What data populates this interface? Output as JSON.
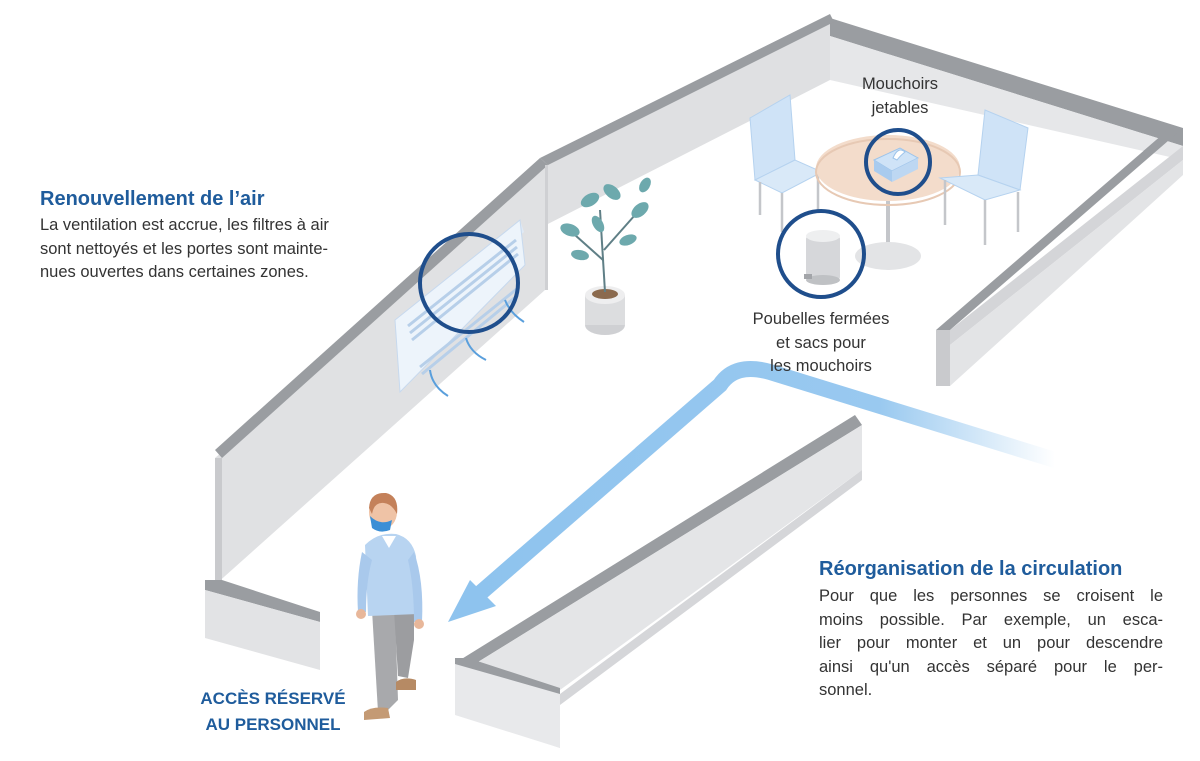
{
  "sections": {
    "air": {
      "title": "Renouvellement de l’air",
      "lines": [
        "La ventilation est accrue, les filtres à air",
        "sont nettoyés et les portes sont mainte-",
        "nues ouvertes dans certaines zones."
      ]
    },
    "circulation": {
      "title": "Réorganisation de la circulation",
      "lines": [
        "Pour que les personnes se croisent le",
        "moins possible. Par exemple, un esca-",
        "lier pour monter et un pour descendre",
        "ainsi qu'un accès séparé pour le per-",
        "sonnel."
      ]
    }
  },
  "labels": {
    "tissues": [
      "Mouchoirs",
      "jetables"
    ],
    "bins": [
      "Poubelles fermées",
      "et sacs pour",
      "les mouchoirs"
    ],
    "staff_access": [
      "ACCÈS RÉSERVÉ",
      "AU PERSONNEL"
    ]
  },
  "icons": {
    "ventilation": "ventilation-unit-icon",
    "plant": "potted-plant-icon",
    "table": "table-with-chairs-icon",
    "tissue_box": "tissue-box-icon",
    "trash_bin": "pedal-bin-icon",
    "person": "masked-person-icon",
    "flow_arrow": "circulation-arrow-icon"
  },
  "colors": {
    "heading": "#1f5c9c",
    "highlight_ring": "#1f4e8c",
    "arrow": "#8ec3ee",
    "wall_top": "#9a9da1",
    "wall_face": "#e0e1e3",
    "accent_light_blue": "#cfe3f7"
  }
}
